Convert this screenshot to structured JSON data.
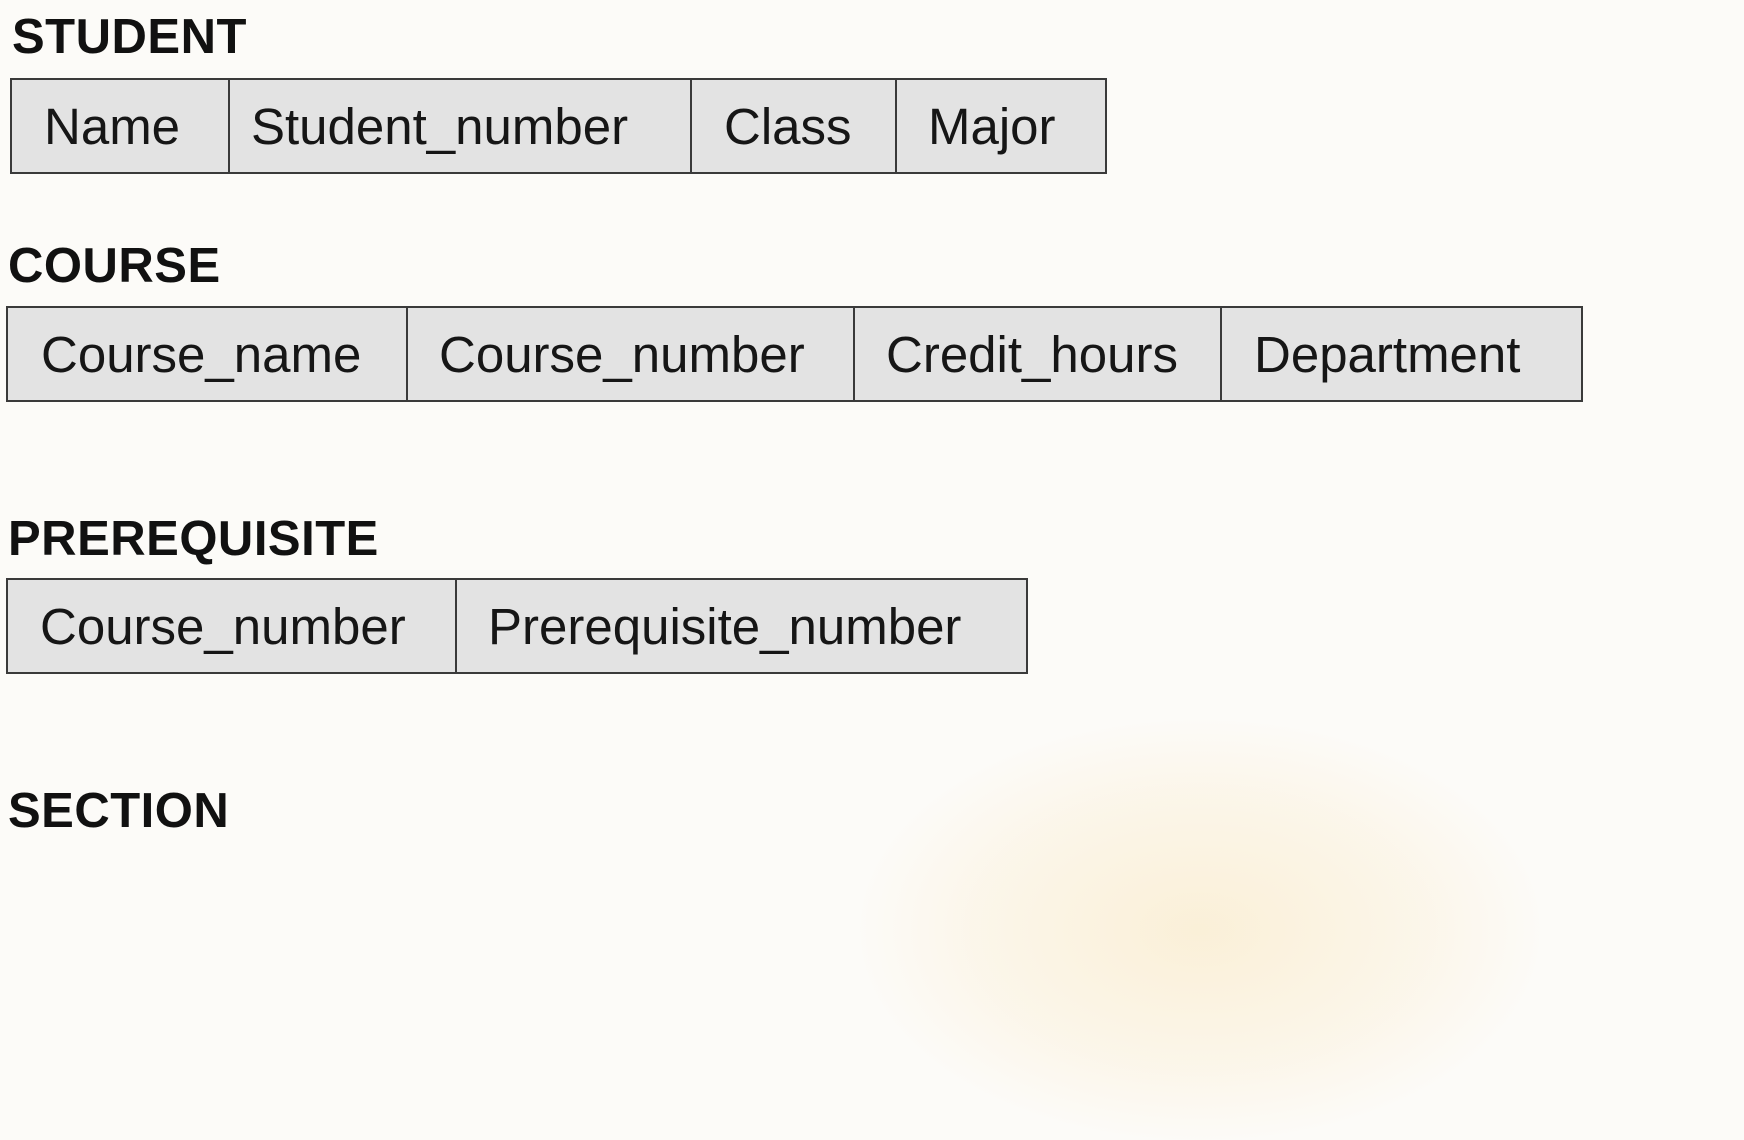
{
  "relations": [
    {
      "title": "STUDENT",
      "attributes": [
        "Name",
        "Student_number",
        "Class",
        "Major"
      ]
    },
    {
      "title": "COURSE",
      "attributes": [
        "Course_name",
        "Course_number",
        "Credit_hours",
        "Department"
      ]
    },
    {
      "title": "PREREQUISITE",
      "attributes": [
        "Course_number",
        "Prerequisite_number"
      ]
    },
    {
      "title": "SECTION",
      "attributes": []
    }
  ]
}
